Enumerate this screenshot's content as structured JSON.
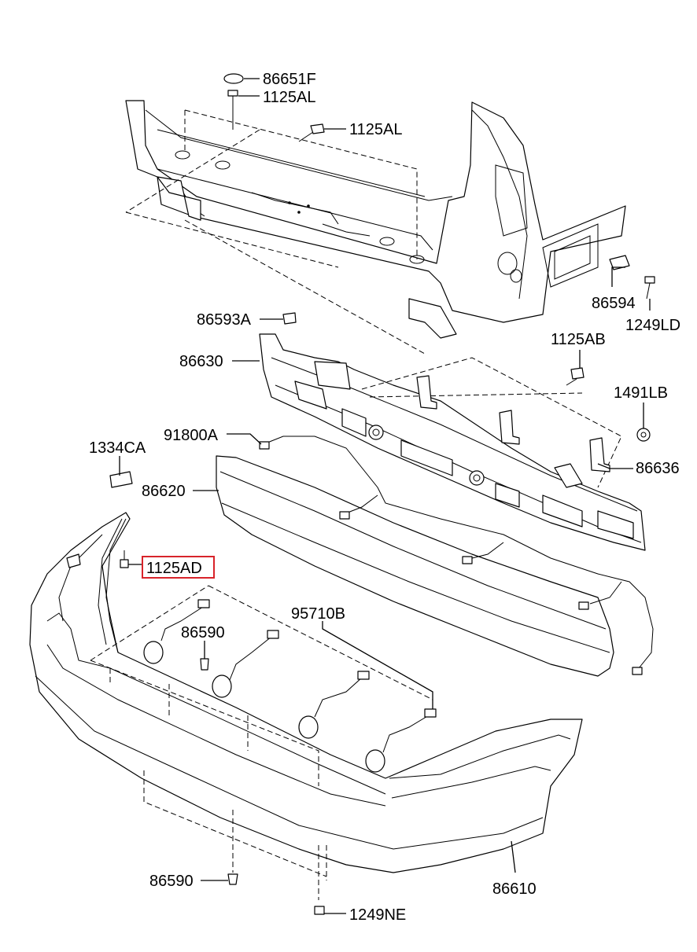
{
  "labels": {
    "p86651F": "86651F",
    "p1125AL_a": "1125AL",
    "p1125AL_b": "1125AL",
    "p86593A": "86593A",
    "p86630": "86630",
    "p1125AB": "1125AB",
    "p86594": "86594",
    "p1249LD": "1249LD",
    "p1491LB": "1491LB",
    "p91800A": "91800A",
    "p1334CA": "1334CA",
    "p86636": "86636",
    "p86620": "86620",
    "p1125AD": "1125AD",
    "p95710B": "95710B",
    "p86590_a": "86590",
    "p86590_b": "86590",
    "p86610": "86610",
    "p1249NE": "1249NE"
  },
  "highlighted_part": "1125AD",
  "colors": {
    "highlight": "#d8232a",
    "line": "#000000",
    "background": "#ffffff"
  }
}
